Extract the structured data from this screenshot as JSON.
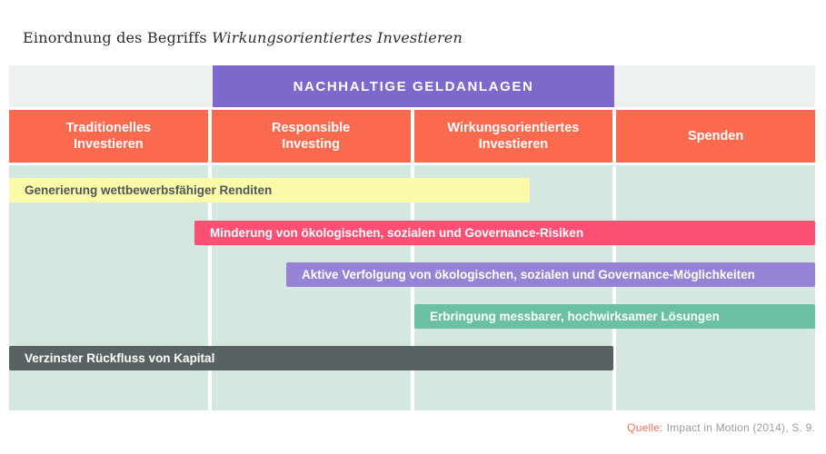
{
  "title": {
    "prefix": "Einordnung des Begriffs",
    "emphasis": "Wirkungsorientiertes Investieren"
  },
  "banner": {
    "label": "NACHHALTIGE GELDANLAGEN",
    "color": "#7d68cb",
    "text_color": "#ffffff"
  },
  "columns": [
    {
      "line1": "Traditionelles",
      "line2": "Investieren"
    },
    {
      "line1": "Responsible",
      "line2": "Investing"
    },
    {
      "line1": "Wirkungsorientiertes",
      "line2": "Investieren"
    },
    {
      "line1": "Spenden"
    }
  ],
  "colors": {
    "column_header": "#fb6a4f",
    "top_row_background": "#eef2ef",
    "body_column": "#d5e8df",
    "page_background": "#ffffff"
  },
  "bars": [
    {
      "label": "Generierung wettbewerbsfähiger Renditen",
      "color": "#fafaa8",
      "text_color": "#515759"
    },
    {
      "label": "Minderung von ökologischen, sozialen und Governance-Risiken",
      "color": "#fb4f74",
      "text_color": "#ffffff"
    },
    {
      "label": "Aktive Verfolgung von ökologischen, sozialen und Governance-Möglichkeiten",
      "color": "#9783d5",
      "text_color": "#ffffff"
    },
    {
      "label": "Erbringung messbarer, hochwirksamer Lösungen",
      "color": "#69c1a2",
      "text_color": "#ffffff"
    },
    {
      "label": "Verzinster Rückfluss von Kapital",
      "color": "#596263",
      "text_color": "#ffffff"
    }
  ],
  "source": {
    "label": "Quelle:",
    "label_color": "#f0715c",
    "text": "Impact in Motion (2014), S. 9."
  }
}
